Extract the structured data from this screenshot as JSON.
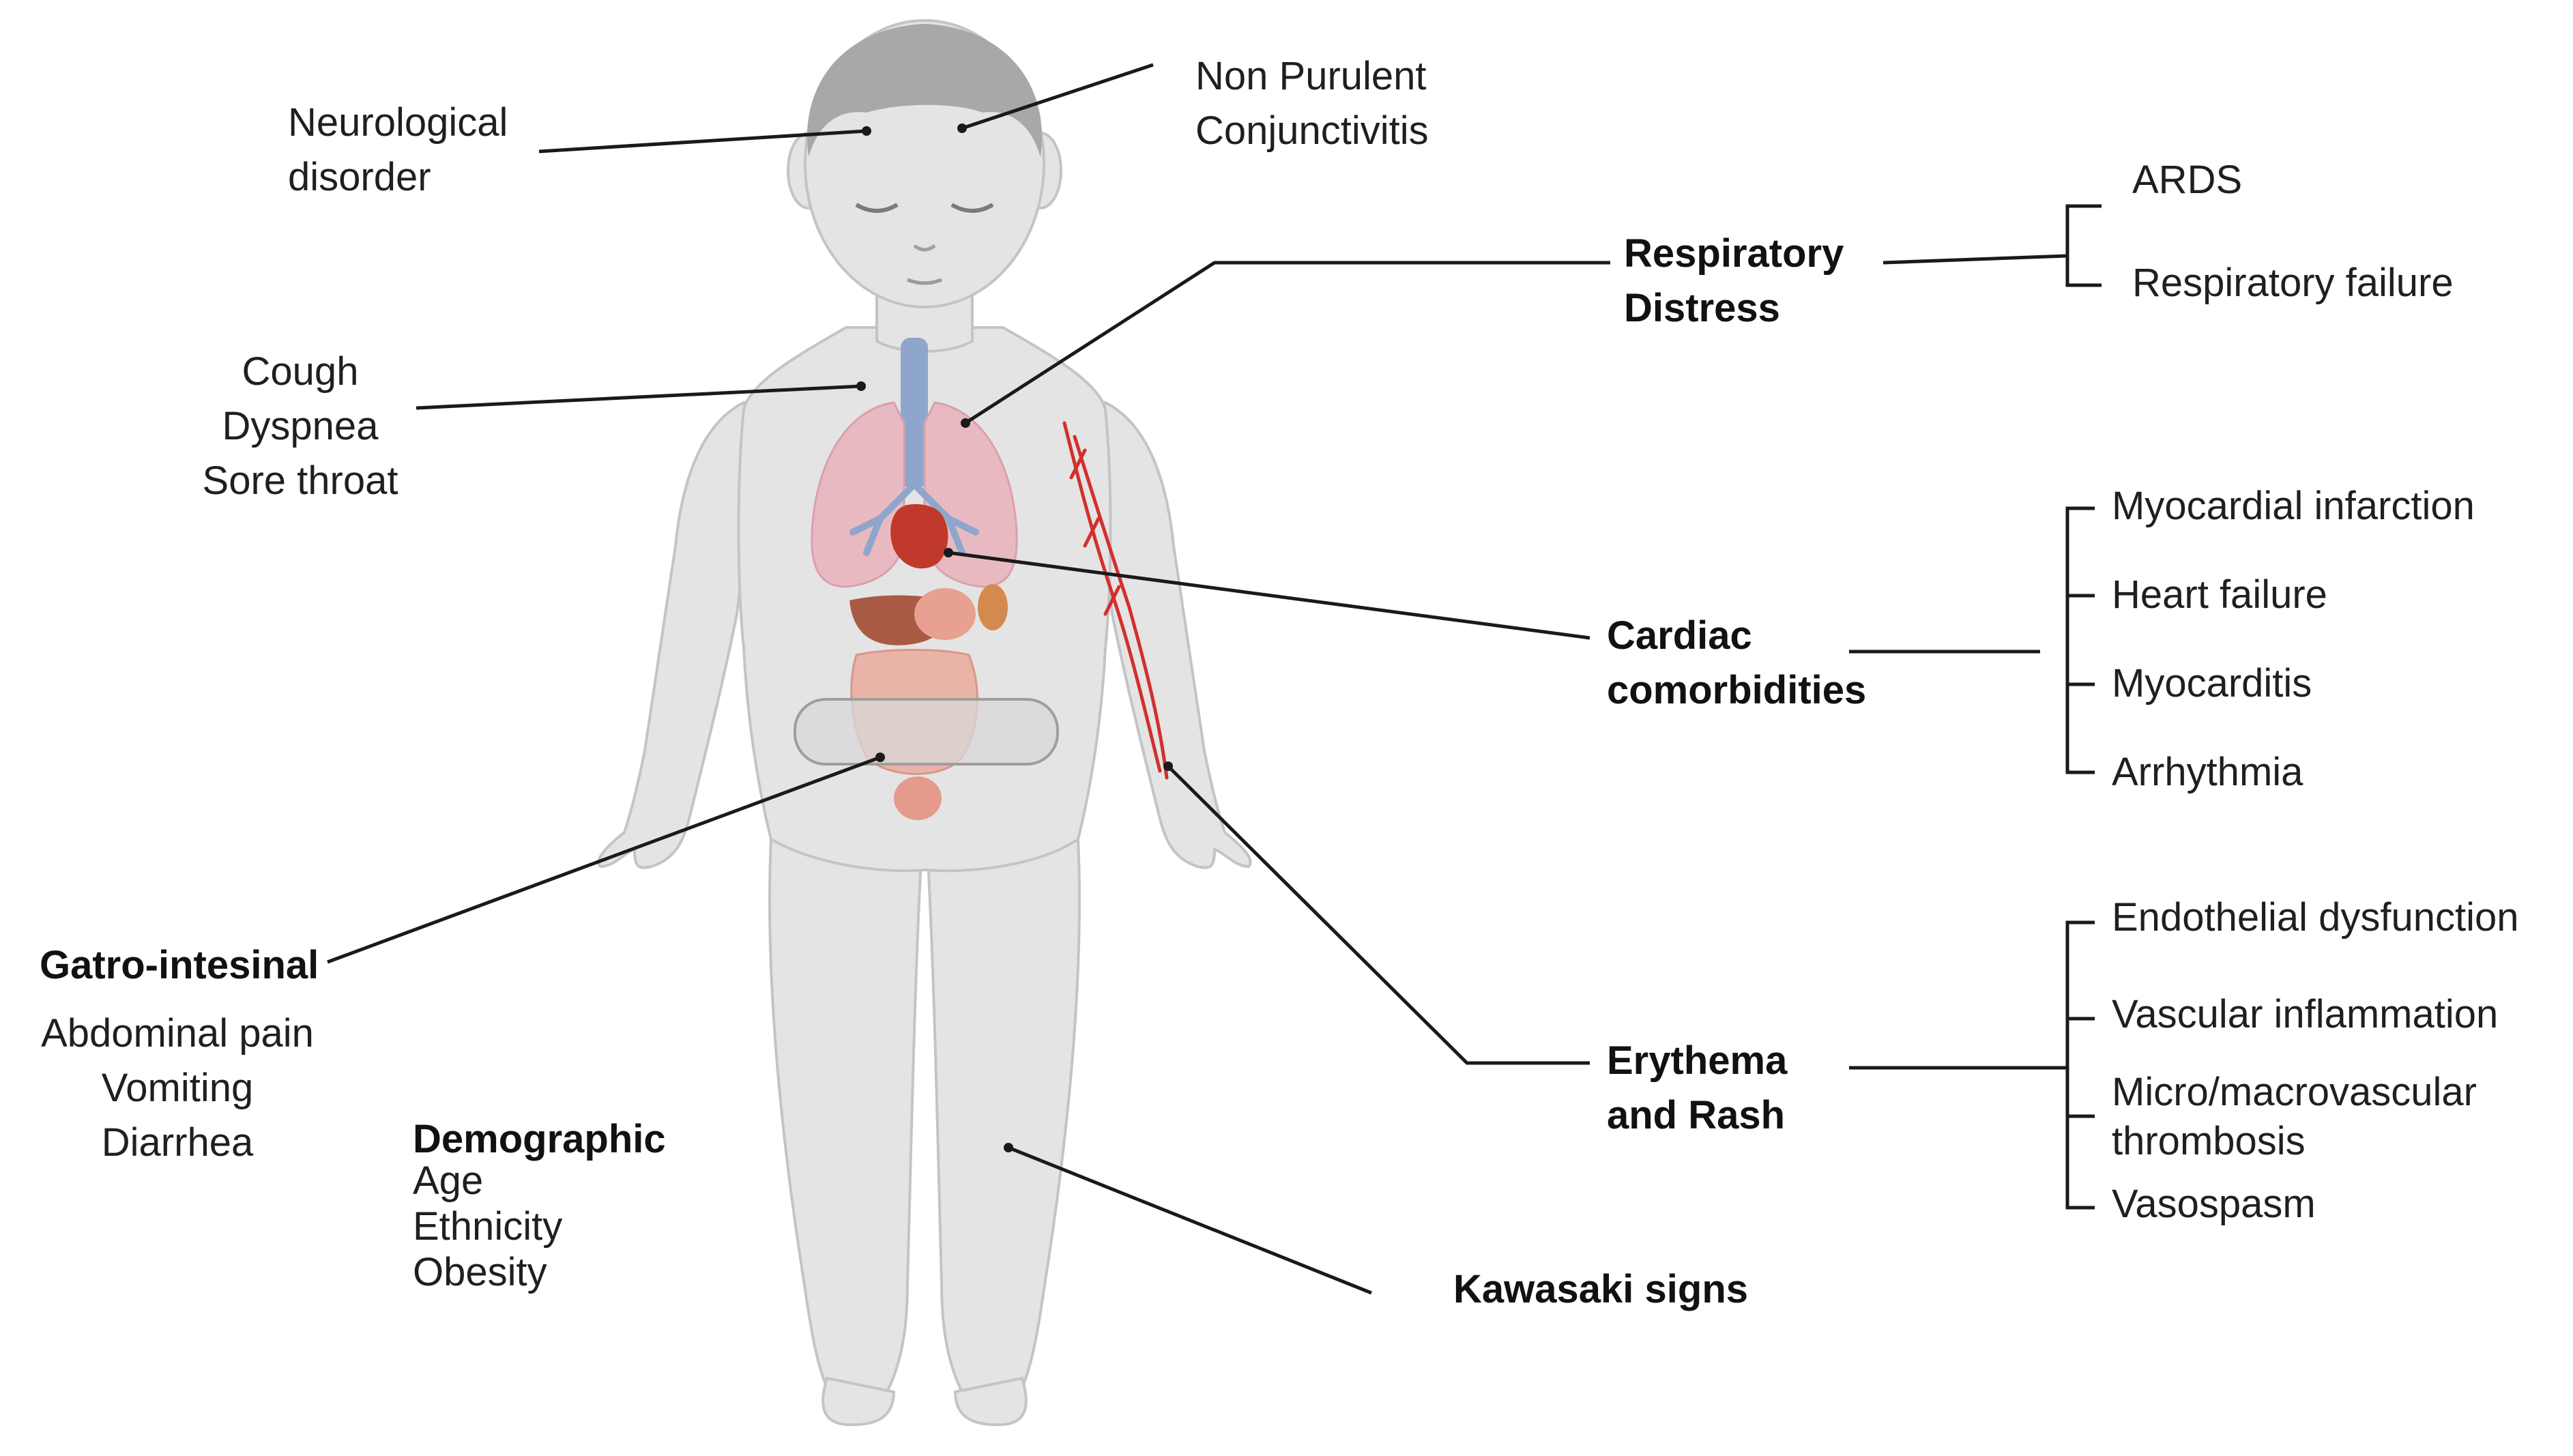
{
  "colors": {
    "line": "#1a1a1a",
    "body_fill": "#e4e4e4",
    "body_stroke": "#c4c4c4",
    "hair": "#a8a8a8",
    "trachea": "#8fa6cc",
    "lungs": "#e9b9c2",
    "heart": "#c0392b",
    "liver": "#a95a43",
    "intestine": "#eab3a8",
    "vessels": "#d32f2f",
    "bandage": "#d8d8d8"
  },
  "labels": {
    "neurological": [
      "Neurological",
      "disorder"
    ],
    "conjunctivitis": [
      "Non Purulent",
      "Conjunctivitis"
    ],
    "respiratory_symptoms": [
      "Cough",
      "Dyspnea",
      "Sore throat"
    ],
    "respiratory_distress": [
      "Respiratory",
      "Distress"
    ],
    "respiratory_outcomes": [
      "ARDS",
      "Respiratory failure"
    ],
    "cardiac": [
      "Cardiac",
      "comorbidities"
    ],
    "cardiac_outcomes": [
      "Myocardial infarction",
      "Heart failure",
      "Myocarditis",
      "Arrhythmia"
    ],
    "gastro_title": "Gatro-intesinal",
    "gastro_symptoms": [
      "Abdominal pain",
      "Vomiting",
      "Diarrhea"
    ],
    "demographic_title": "Demographic",
    "demographic_items": [
      "Age",
      "Ethnicity",
      "Obesity"
    ],
    "erythema": [
      "Erythema",
      "and Rash"
    ],
    "vascular_outcomes": [
      "Endothelial dysfunction",
      "Vascular inflammation",
      "Micro/macrovascular",
      "thrombosis",
      "Vasospasm"
    ],
    "kawasaki": "Kawasaki signs"
  }
}
